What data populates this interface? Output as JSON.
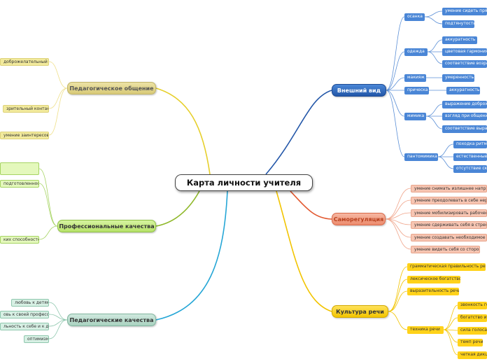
{
  "central": "Карта личности учителя",
  "branches": {
    "vneshniy_vid": {
      "label": "Внешний вид",
      "color": "#2256a8",
      "groups": {
        "osanka": {
          "label": "осанка",
          "items": [
            "умение сидеть прямо",
            "подтянутость"
          ]
        },
        "odezhda": {
          "label": "одежда",
          "items": [
            "аккуратность",
            "цветовая гармония",
            "соответствие возрасту"
          ]
        },
        "makiyazh": {
          "label": "макияж",
          "items": [
            "умеренность"
          ]
        },
        "pricheska": {
          "label": "прическа",
          "items": [
            "аккуратность"
          ]
        },
        "mimika": {
          "label": "мимика",
          "items": [
            "выражение доброжелательности",
            "взгляд при общении",
            "соответствие выражения"
          ]
        },
        "pantomimika": {
          "label": "пантомимика",
          "items": [
            "походка ритмичная",
            "естественные жесты",
            "отсутствие скованности"
          ]
        }
      }
    },
    "samoregulyatsiya": {
      "label": "Саморегуляция",
      "color": "#ec8b6d",
      "items": [
        "умение снимать излишнее напряжение",
        "умение преодолевать в себе нерешительность",
        "умение мобилизировать рабочее самочувствие",
        "умение сдерживать себя в стрессовых ситуациях",
        "умение создавать необходимое настроение",
        "умение видеть себя со стороны"
      ]
    },
    "kultura_rechi": {
      "label": "Культура речи",
      "color": "#f2c400",
      "items": [
        "грамматическая правильность речи",
        "лексическое богатство",
        "выразительность речи"
      ],
      "tehnika": {
        "label": "техника речи",
        "items": [
          "звонкость голоса",
          "богатство интонаций",
          "сила голоса",
          "темп речи",
          "четкая дикция"
        ]
      }
    },
    "ped_obshchenie": {
      "label": "Педагогическое общение",
      "color": "#d8ca78",
      "items": [
        "доброжелательный тон",
        "зрительный контакт",
        "умение заинтересовать"
      ]
    },
    "prof_kachestva": {
      "label": "Профессиональные качества",
      "color": "#8fc146",
      "items": [
        "",
        "подготовленность",
        "ких способностей"
      ]
    },
    "ped_kachestva": {
      "label": "Педагогические качества",
      "color": "#82b6a0",
      "items": [
        "любовь к детям",
        "овь к своей профессии",
        "льность к себе и к детям",
        "оптимизм"
      ]
    }
  }
}
